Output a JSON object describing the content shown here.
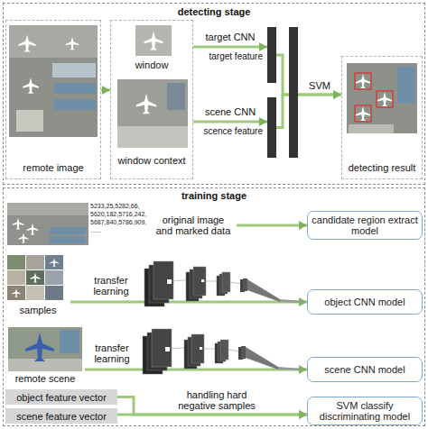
{
  "diagram": {
    "nodes": [
      {
        "text": [
          "detecting stage"
        ]
      },
      {
        "text": [
          "remote image"
        ],
        "in": 0
      },
      {
        "text": [
          "window",
          "window context"
        ],
        "in": 0
      },
      {
        "text": [
          "target feature"
        ],
        "in": 0
      },
      {
        "text": [
          "scence feature"
        ],
        "in": 0
      },
      {
        "text": [
          "detecting result"
        ],
        "in": 0
      },
      {
        "text": [
          "training stage"
        ]
      },
      {
        "text": [
          "original image and marked data"
        ],
        "in": 6
      },
      {
        "text": [
          "candidate region extract model"
        ],
        "in": 6
      },
      {
        "text": [
          "samples"
        ],
        "in": 6
      },
      {
        "text": [
          "object CNN model"
        ],
        "in": 6
      },
      {
        "text": [
          "remote scene"
        ],
        "in": 6
      },
      {
        "text": [
          "scene CNN model"
        ],
        "in": 6
      },
      {
        "text": [
          "object feature vector"
        ],
        "in": 6
      },
      {
        "text": [
          "scene feature vector"
        ],
        "in": 6
      },
      {
        "text": [
          "SVM classify discriminating model"
        ],
        "in": 6
      }
    ],
    "edges": [
      {
        "from": 1,
        "to": 2,
        "arrow": "to"
      },
      {
        "from": 2,
        "to": 3,
        "label": "target CNN",
        "arrow": "to"
      },
      {
        "from": 2,
        "to": 4,
        "label": "scene CNN",
        "arrow": "to"
      },
      {
        "from": 3,
        "to": 5,
        "label": "SVM",
        "arrow": "to"
      },
      {
        "from": 4,
        "to": 5,
        "arrow": "to"
      },
      {
        "from": 7,
        "to": 8,
        "arrow": "to"
      },
      {
        "from": 9,
        "to": 10,
        "label": "transfer learning",
        "arrow": "to"
      },
      {
        "from": 11,
        "to": 12,
        "label": "transfer learning",
        "arrow": "to"
      },
      {
        "from": 13,
        "to": 15,
        "label": "handling hard negative samples",
        "arrow": "to"
      },
      {
        "from": 14,
        "to": 15,
        "arrow": "to"
      }
    ],
    "labels": [
      "5233,25,5282,66, 5620,182,5716,242, 5687,840,5786,909, ......"
    ]
  }
}
